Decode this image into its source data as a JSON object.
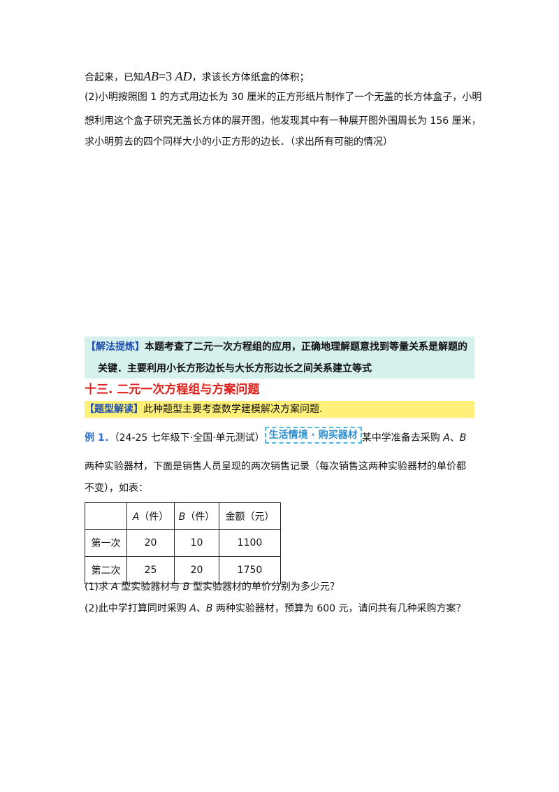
{
  "lines": {
    "l1_pre": "合起来，已知",
    "l1_ab": "AB",
    "l1_eq": "=3",
    "l1_ad": "AD",
    "l1_post": "，求该长方体纸盒的体积；",
    "l2": "(2)小明按照图 1 的方式用边长为 30 厘米的正方形纸片制作了一个无盖的长方体盒子，小明",
    "l3": "想利用这个盒子研究无盖长方体的展开图，他发现其中有一种展开图外围周长为 156 厘米，",
    "l4": "求小明剪去的四个同样大小的小正方形的边长．（求出所有可能的情况）"
  },
  "tip": {
    "label": "【解法提炼】",
    "text1": "本题考查了二元一次方程组的应用，正确地理解题意找到等量关系是解题的",
    "text2": "关键．主要利用小长方形边长与大长方形边长之间关系建立等式"
  },
  "section": {
    "title": "十三. 二元一次方程组与方案问题"
  },
  "type_reading": {
    "label": "【题型解读】",
    "text": "此种题型主要考查数学建模解决方案问题."
  },
  "example": {
    "label": "例 1．",
    "source": "（24-25 七年级下·全国·单元测试）",
    "badge": "生活情境 · 购买器材",
    "text_after": "某中学准备去采购 ",
    "a": "A",
    "sep": "、",
    "b": "B",
    "line2": "两种实验器材，下面是销售人员呈现的两次销售记录（每次销售这两种实验器材的单价都",
    "line3": "不变），如表："
  },
  "table": {
    "headers": [
      "",
      "A（件）",
      "B（件）",
      "金额（元）"
    ],
    "rows": [
      [
        "第一次",
        "20",
        "10",
        "1100"
      ],
      [
        "第二次",
        "25",
        "20",
        "1750"
      ]
    ]
  },
  "questions": {
    "q1_pre": "(1)求 ",
    "q1_a": "A",
    "q1_mid": " 型实验器材与 ",
    "q1_b": "B",
    "q1_post": " 型实验器材的单价分别为多少元？",
    "q2_pre": "(2)此中学打算同时采购 ",
    "q2_a": "A",
    "q2_sep": "、",
    "q2_b": "B",
    "q2_post": " 两种实验器材，预算为 600 元，请问共有几种采购方案？"
  }
}
